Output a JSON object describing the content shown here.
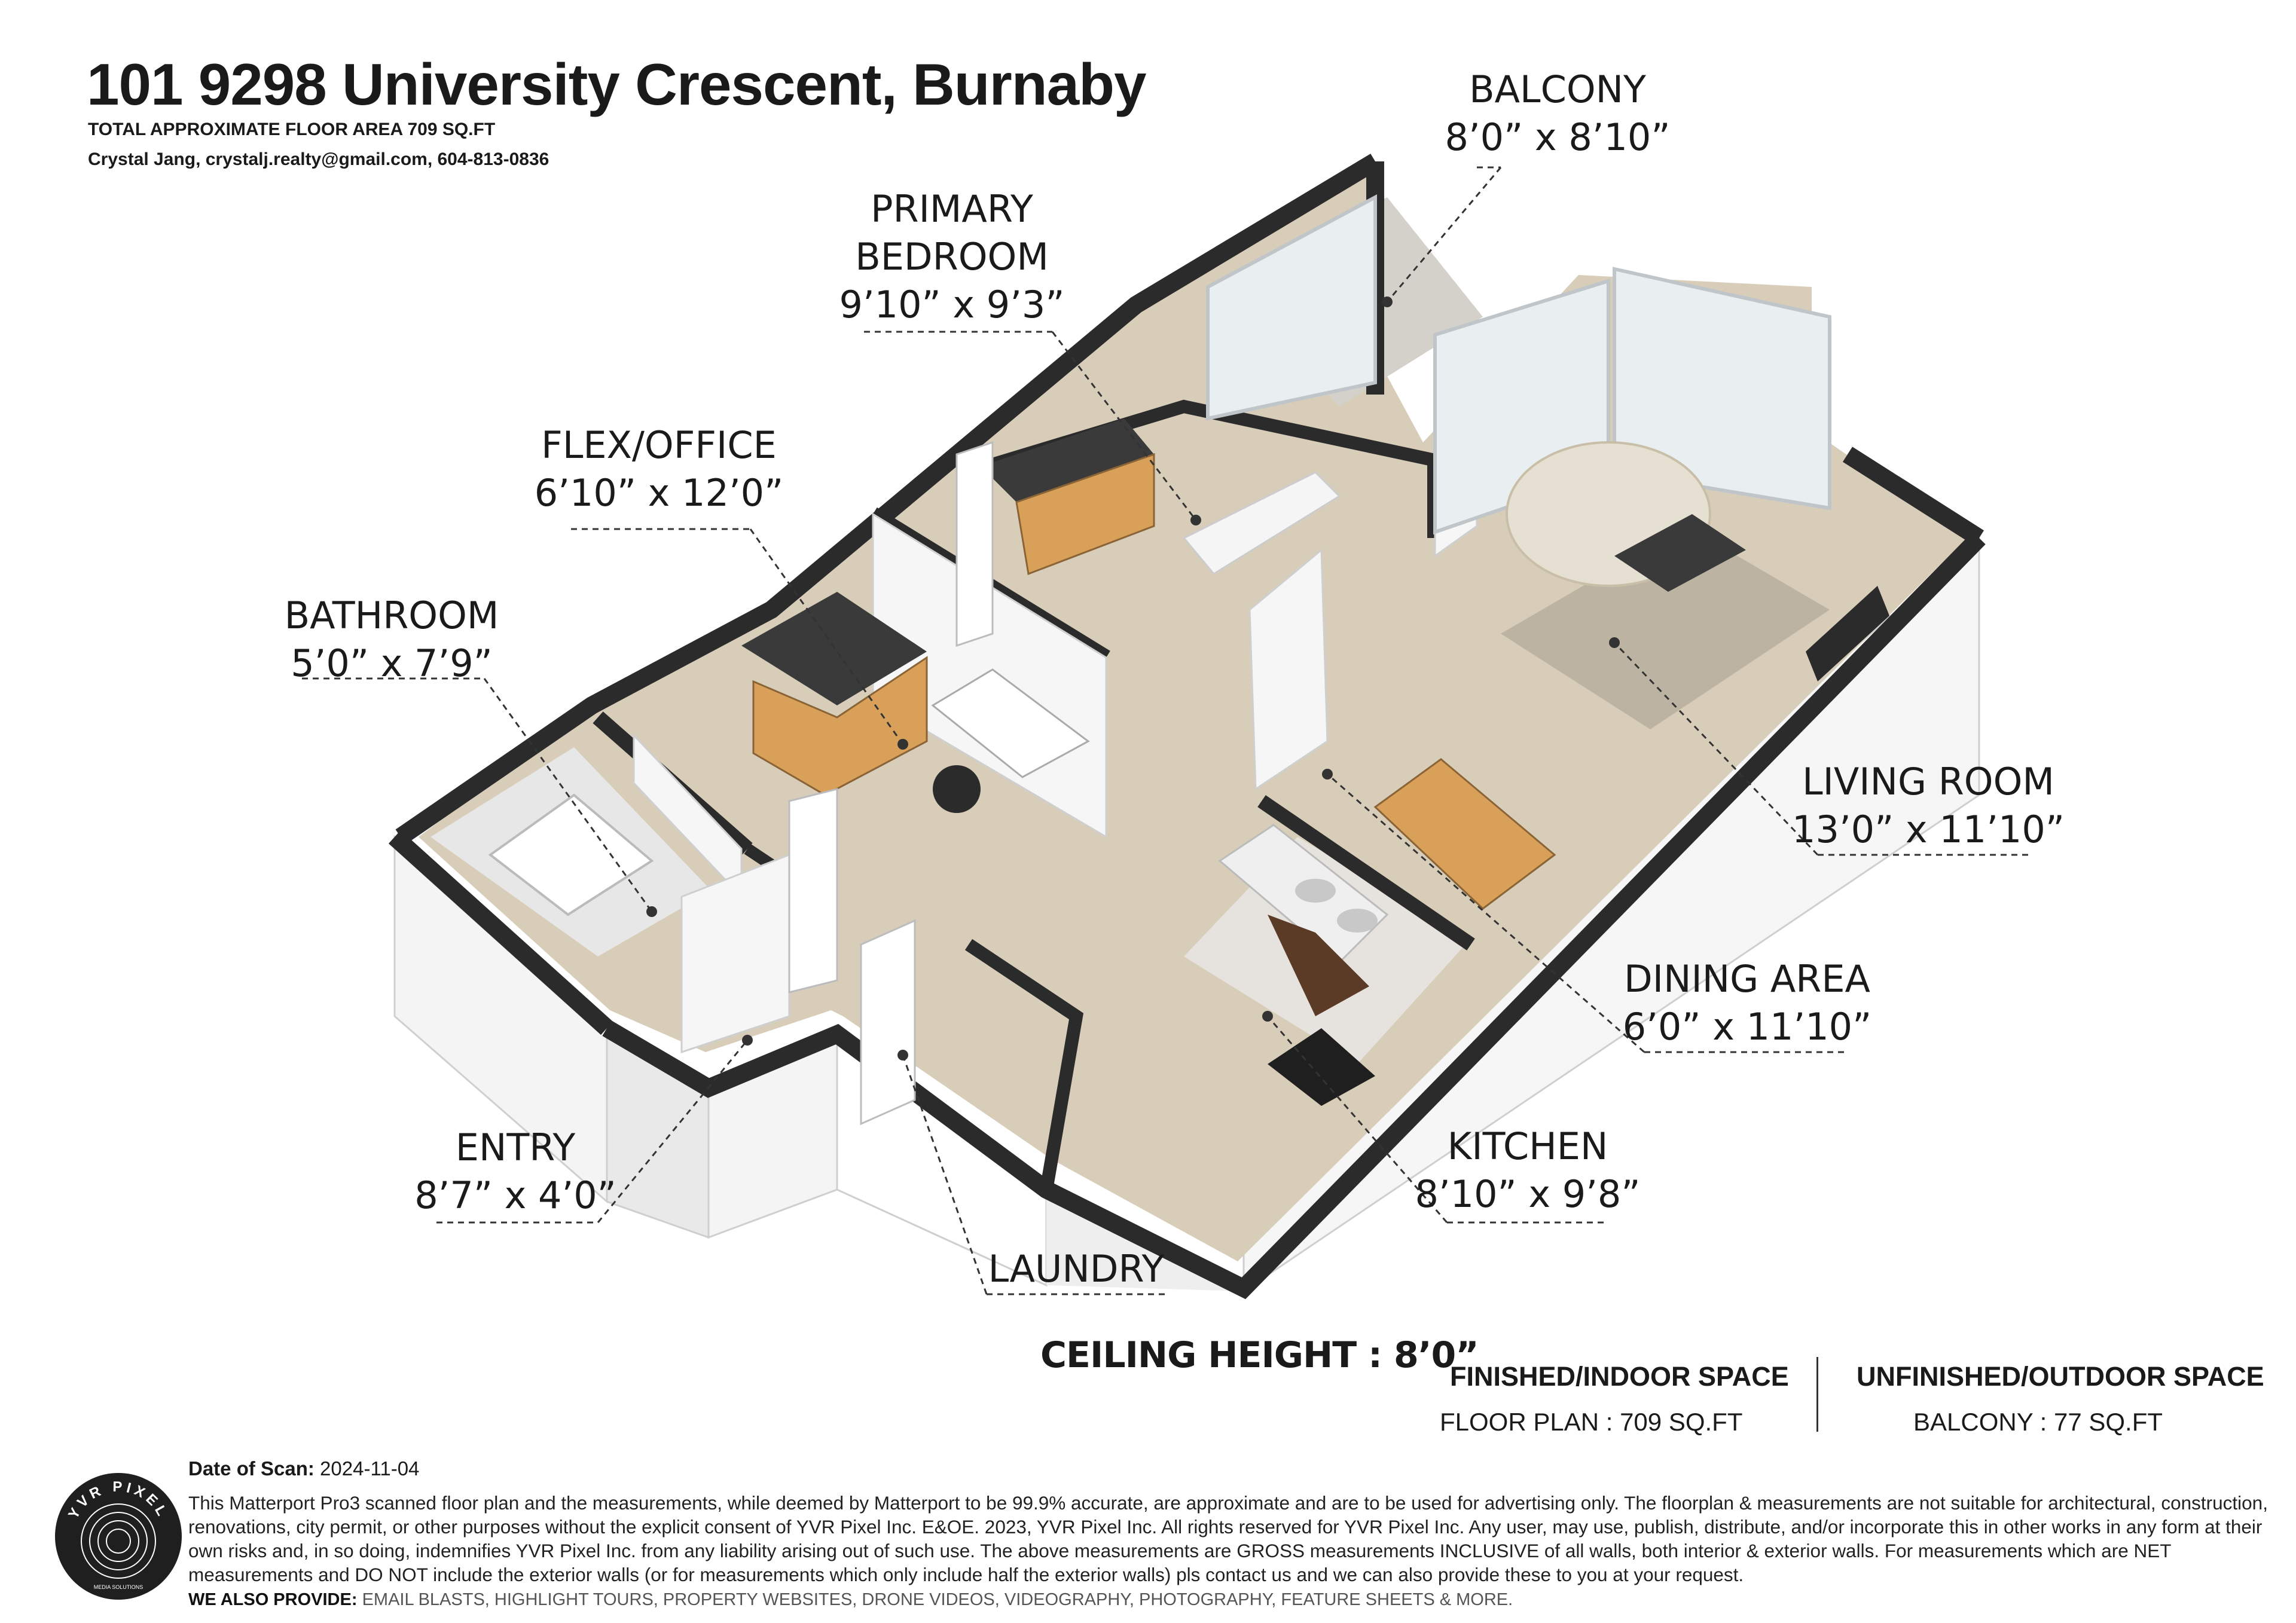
{
  "header": {
    "title": "101 9298 University Crescent, Burnaby",
    "area_line": "TOTAL APPROXIMATE FLOOR AREA 709 SQ.FT",
    "contact_line": "Crystal Jang, crystalj.realty@gmail.com, 604-813-0836"
  },
  "rooms": {
    "balcony": {
      "name": "BALCONY",
      "dim": "8’0” x 8’10”"
    },
    "primary_bedroom": {
      "name_line1": "PRIMARY",
      "name_line2": "BEDROOM",
      "dim": "9’10” x 9’3”"
    },
    "flex_office": {
      "name": "FLEX/OFFICE",
      "dim": "6’10” x 12’0”"
    },
    "bathroom": {
      "name": "BATHROOM",
      "dim": "5’0” x 7’9”"
    },
    "living_room": {
      "name": "LIVING ROOM",
      "dim": "13’0” x 11’10”"
    },
    "dining_area": {
      "name": "DINING AREA",
      "dim": "6’0” x 11’10”"
    },
    "kitchen": {
      "name": "KITCHEN",
      "dim": "8’10” x 9’8”"
    },
    "entry": {
      "name": "ENTRY",
      "dim": "8’7” x 4’0”"
    },
    "laundry": {
      "name": "LAUNDRY"
    }
  },
  "ceiling": "CEILING HEIGHT : 8’0”",
  "summary": {
    "finished_heading": "FINISHED/INDOOR SPACE",
    "finished_value": "FLOOR PLAN  :  709 SQ.FT",
    "unfinished_heading": "UNFINISHED/OUTDOOR SPACE",
    "unfinished_value": "BALCONY  :  77 SQ.FT"
  },
  "footer": {
    "scan_label": "Date of Scan:",
    "scan_date": "2024-11-04",
    "disclaimer": "This Matterport Pro3 scanned floor plan and the measurements, while deemed by Matterport to be 99.9% accurate, are approximate and are to be used for advertising only. The floorplan & measurements are not suitable for architectural, construction, renovations, city permit, or other purposes without the explicit consent of YVR Pixel Inc. E&OE. 2023, YVR Pixel Inc. All rights reserved for YVR Pixel Inc. Any user, may use, publish, distribute, and/or incorporate this in other works in any form at their own risks and, in so doing, indemnifies YVR Pixel Inc. from any liability arising out of such use. The above measurements are GROSS measurements INCLUSIVE of all walls, both interior & exterior walls. For measurements which are NET measurements and DO NOT include the exterior walls (or for measurements which only include half the exterior walls) pls contact us and we can also provide these to you at your request.",
    "provide_label": "WE ALSO PROVIDE:",
    "provide_items": "EMAIL BLASTS, HIGHLIGHT TOURS, PROPERTY WEBSITES, DRONE VIDEOS, VIDEOGRAPHY, PHOTOGRAPHY, FEATURE SHEETS & MORE.",
    "logo_text": "YVR PIXEL",
    "logo_subtext": "MEDIA SOLUTIONS"
  },
  "colors": {
    "floor": "#d8cdb9",
    "wall_cap": "#2b2b2b",
    "wall_face": "#f2f2f2",
    "rug": "#bdb3a2",
    "wood": "#d9a05a",
    "counter": "#efefef"
  }
}
